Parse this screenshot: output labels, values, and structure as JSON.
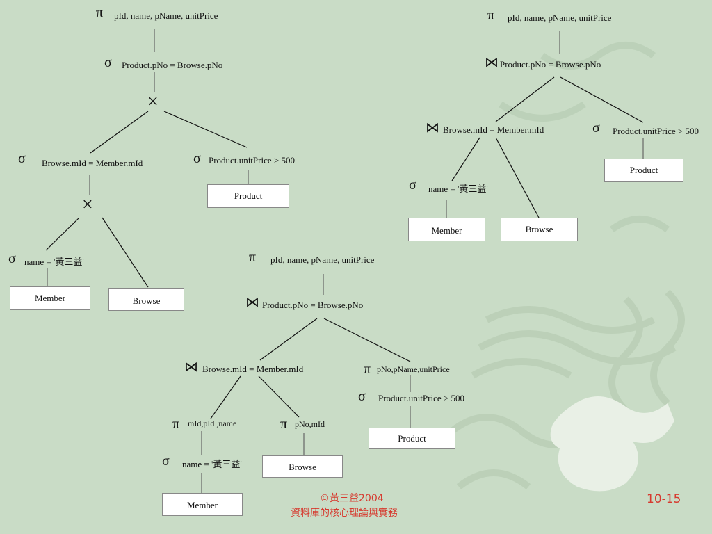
{
  "colors": {
    "background": "#c9dcc6",
    "footer": "#d63a2f",
    "line": "#111111"
  },
  "symbols": {
    "projection": "π",
    "selection": "σ",
    "cross_product": "×",
    "join": "⋈"
  },
  "tree1": {
    "projection_attrs": "pId, name, pName, unitPrice",
    "selection_top": "Product.pNo = Browse.pNo",
    "selection_left": "Browse.mId = Member.mId",
    "selection_right": "Product.unitPrice > 500",
    "right_table": "Product",
    "selection_leaf": "name = '黃三益'",
    "leaf_left": "Member",
    "leaf_right": "Browse"
  },
  "tree2": {
    "projection_attrs": "pId, name, pName, unitPrice",
    "join_top": "Product.pNo = Browse.pNo",
    "join_left": "Browse.mId = Member.mId",
    "selection_right": "Product.unitPrice > 500",
    "right_table": "Product",
    "selection_leaf": "name = '黃三益'",
    "leaf_left": "Member",
    "leaf_right": "Browse"
  },
  "tree3": {
    "projection_attrs": "pId, name, pName, unitPrice",
    "join_top": "Product.pNo = Browse.pNo",
    "join_left": "Browse.mId = Member.mId",
    "proj_right": "pNo,pName,unitPrice",
    "selection_right": "Product.unitPrice > 500",
    "right_table": "Product",
    "proj_member": "mId,pId ,name",
    "proj_browse": "pNo,mId",
    "selection_leaf": "name = '黃三益'",
    "leaf_member": "Member",
    "leaf_browse": "Browse"
  },
  "footer": {
    "copyright": "©黃三益2004",
    "book_title": "資料庫的核心理論與實務",
    "page_number": "10-15"
  }
}
